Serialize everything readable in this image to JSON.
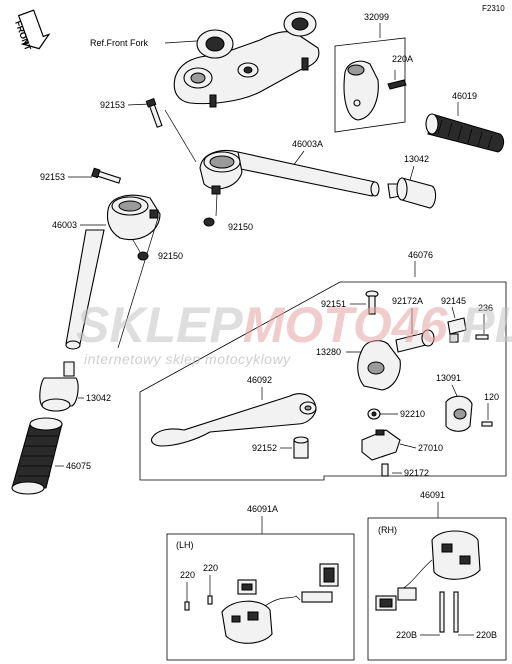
{
  "diagram_code": "F2310",
  "front_label": "FRONT",
  "ref_front_fork": "Ref.Front Fork",
  "watermark": {
    "title_a": "SKLEP",
    "title_b": "MOTO",
    "title_c": "46",
    "title_d": ".PL",
    "subtitle": "internetowy sklep motocyklowy"
  },
  "parts": {
    "p32099": "32099",
    "p220A": "220A",
    "p46019": "46019",
    "p92153a": "92153",
    "p46003A": "46003A",
    "p13042a": "13042",
    "p92153b": "92153",
    "p46003": "46003",
    "p92150a": "92150",
    "p92150b": "92150",
    "p46076": "46076",
    "p92151": "92151",
    "p92172A": "92172A",
    "p92145": "92145",
    "p236": "236",
    "p13280": "13280",
    "p46092": "46092",
    "p13091": "13091",
    "p13042b": "13042",
    "p120": "120",
    "p92210": "92210",
    "p92152": "92152",
    "p27010": "27010",
    "p46075": "46075",
    "p92172": "92172",
    "p46091A": "46091A",
    "p46091": "46091",
    "lh": "(LH)",
    "rh": "(RH)",
    "p220a": "220",
    "p220b": "220",
    "p220B_a": "220B",
    "p220B_b": "220B"
  }
}
